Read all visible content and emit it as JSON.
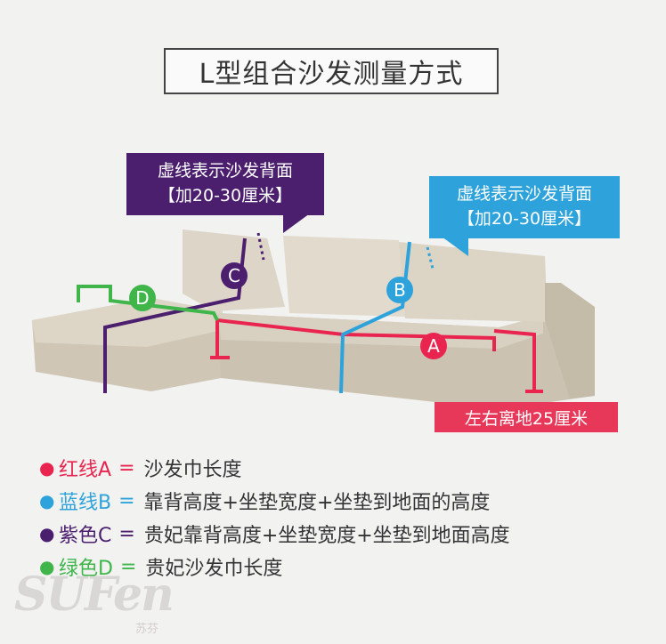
{
  "title": "L型组合沙发测量方式",
  "callouts": {
    "purple": {
      "line1": "虚线表示沙发背面",
      "line2": "【加20-30厘米】"
    },
    "blue": {
      "line1": "虚线表示沙发背面",
      "line2": "【加20-30厘米】"
    }
  },
  "markers": {
    "a": "A",
    "b": "B",
    "c": "C",
    "d": "D"
  },
  "ground_label": "左右离地25厘米",
  "legend": [
    {
      "key": "红线A",
      "eq": "=",
      "desc": "沙发巾长度",
      "color": "#e8244f"
    },
    {
      "key": "蓝线B",
      "eq": "=",
      "desc": "靠背高度+坐垫宽度+坐垫到地面的高度",
      "color": "#2ea3db"
    },
    {
      "key": "紫色C",
      "eq": "=",
      "desc": "贵妃靠背高度+坐垫宽度+坐垫到地面高度",
      "color": "#4b1f6e"
    },
    {
      "key": "绿色D",
      "eq": "=",
      "desc": "贵妃沙发巾长度",
      "color": "#3fb54a"
    }
  ],
  "colors": {
    "red": "#e8244f",
    "blue": "#2ea3db",
    "purple": "#4b1f6e",
    "green": "#3fb54a"
  },
  "watermark": {
    "brand": "SUFen",
    "sub": "苏芬"
  }
}
